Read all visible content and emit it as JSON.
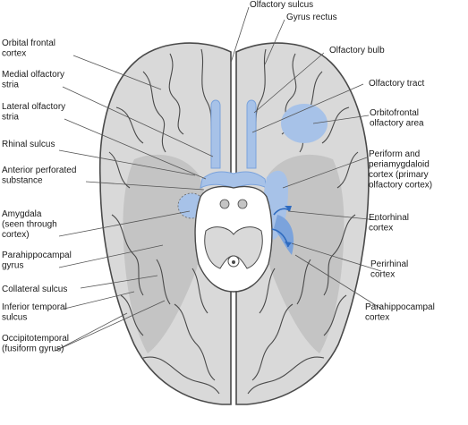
{
  "colors": {
    "brain_fill": "#d9d9d9",
    "brain_shade": "#c4c4c4",
    "outline": "#4a4a4a",
    "highlight": "#a7c2e8",
    "highlight_dark": "#7ba3dc",
    "arrow": "#2f6bbf",
    "leader": "#555555",
    "text": "#1a1a1a"
  },
  "labels_left": [
    {
      "name": "label-orbital-frontal-cortex",
      "lines": [
        "Orbital frontal",
        "cortex"
      ]
    },
    {
      "name": "label-medial-olfactory-stria",
      "lines": [
        "Medial olfactory",
        "stria"
      ]
    },
    {
      "name": "label-lateral-olfactory-stria",
      "lines": [
        "Lateral olfactory",
        "stria"
      ]
    },
    {
      "name": "label-rhinal-sulcus",
      "lines": [
        "Rhinal sulcus"
      ]
    },
    {
      "name": "label-anterior-perforated-substance",
      "lines": [
        "Anterior perforated",
        "substance"
      ]
    },
    {
      "name": "label-amygdala",
      "lines": [
        "Amygdala",
        "(seen through",
        "cortex)"
      ]
    },
    {
      "name": "label-parahippocampal-gyrus",
      "lines": [
        "Parahippocampal",
        "gyrus"
      ]
    },
    {
      "name": "label-collateral-sulcus",
      "lines": [
        "Collateral sulcus"
      ]
    },
    {
      "name": "label-inferior-temporal-sulcus",
      "lines": [
        "Inferior temporal",
        "sulcus"
      ]
    },
    {
      "name": "label-occipitotemporal",
      "lines": [
        "Occipitotemporal",
        "(fusiform gyrus)"
      ]
    }
  ],
  "labels_right": [
    {
      "name": "label-olfactory-sulcus",
      "lines": [
        "Olfactory sulcus"
      ]
    },
    {
      "name": "label-gyrus-rectus",
      "lines": [
        "Gyrus rectus"
      ]
    },
    {
      "name": "label-olfactory-bulb",
      "lines": [
        "Olfactory bulb"
      ]
    },
    {
      "name": "label-olfactory-tract",
      "lines": [
        "Olfactory tract"
      ]
    },
    {
      "name": "label-orbitofrontal-olfactory-area",
      "lines": [
        "Orbitofrontal",
        "olfactory area"
      ]
    },
    {
      "name": "label-periform-periamygdaloid",
      "lines": [
        "Periform and",
        "periamygdaloid",
        "cortex (primary",
        "olfactory cortex)"
      ]
    },
    {
      "name": "label-entorhinal-cortex",
      "lines": [
        "Entorhinal",
        "cortex"
      ]
    },
    {
      "name": "label-perirhinal-cortex",
      "lines": [
        "Perirhinal",
        "cortex"
      ]
    },
    {
      "name": "label-parahippocampal-cortex",
      "lines": [
        "Parahippocampal",
        "cortex"
      ]
    }
  ]
}
